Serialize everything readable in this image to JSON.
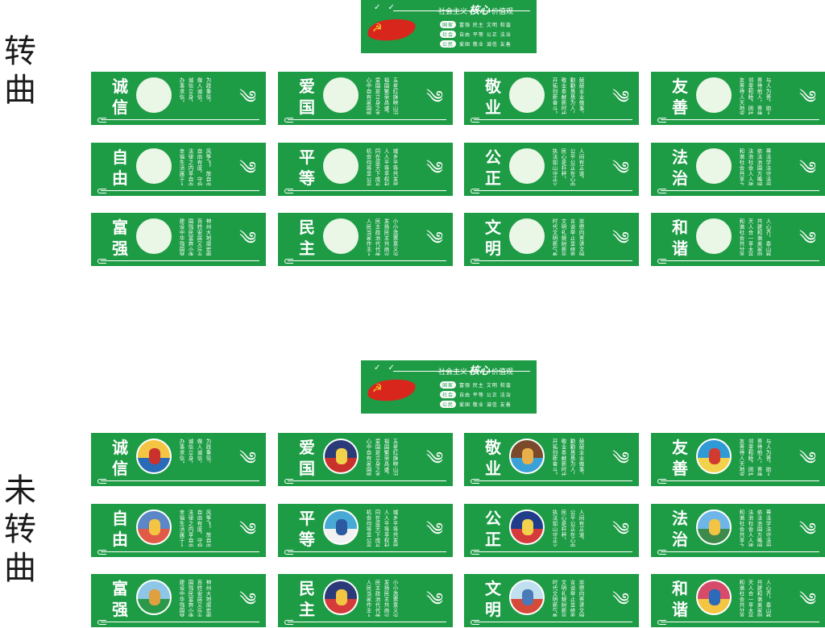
{
  "sections": [
    {
      "label": "转\n曲"
    },
    {
      "label": "未\n转\n曲"
    }
  ],
  "banner": {
    "title_pre": "社会主义",
    "title_core": "核心",
    "title_post": "价值观",
    "rows": [
      {
        "tag": "国家",
        "items": "富强 民主 文明 和谐"
      },
      {
        "tag": "社会",
        "items": "自由 平等 公正 法治"
      },
      {
        "tag": "公民",
        "items": "爱国 敬业 诚信 友善"
      }
    ],
    "icon": "party-emblem-icon",
    "color": "#1e9b45",
    "flag_color": "#d9261c"
  },
  "values": [
    {
      "name": [
        "诚",
        "信"
      ],
      "lines": [
        "为政重信，",
        "做人诚信，",
        "诚信立身，",
        "办事求信。"
      ]
    },
    {
      "name": [
        "爱",
        "国"
      ],
      "lines": [
        "五星红旗映山河，",
        "祖国繁荣昌盛，",
        "爱国是立身之本，",
        "心中自有家国情。"
      ]
    },
    {
      "name": [
        "敬",
        "业"
      ],
      "lines": [
        "兢兢业业做事，",
        "勤勤恳恳为人，",
        "敬业奉献新时代，",
        "开拓创新奋斗。"
      ]
    },
    {
      "name": [
        "友",
        "善"
      ],
      "lines": [
        "与人为善，助人为乐，",
        "善待他人，善待自己，",
        "邻里和睦，团结互助，",
        "友善待人天地宽。"
      ]
    },
    {
      "name": [
        "自",
        "由"
      ],
      "lines": [
        "风筝飞，放自由，",
        "自由有度，守规矩，",
        "法律之内享自由，",
        "幸福生活属于人民。"
      ]
    },
    {
      "name": [
        "平",
        "等"
      ],
      "lines": [
        "城乡平等共发展，",
        "人人平等享权利，",
        "同在蓝天下成长，",
        "机会均等显公平。"
      ]
    },
    {
      "name": [
        "公",
        "正"
      ],
      "lines": [
        "人间有正道，",
        "公平公正在心中，",
        "民心是杆秤，",
        "执法如山守正义。"
      ]
    },
    {
      "name": [
        "法",
        "治"
      ],
      "lines": [
        "尊法学法守法用法，",
        "依法治国方略明，",
        "法治社会人人建，",
        "和谐社会共享之。"
      ]
    },
    {
      "name": [
        "富",
        "强"
      ],
      "lines": [
        "神州大地展宏图，",
        "百姓安居又乐业，",
        "国强民富奔小康，",
        "建设中华强国梦。"
      ]
    },
    {
      "name": [
        "民",
        "主"
      ],
      "lines": [
        "小小选票意义深，",
        "发扬民主共商议，",
        "民主政治代代传，",
        "人民当家作主人。"
      ]
    },
    {
      "name": [
        "文",
        "明"
      ],
      "lines": [
        "崇德向善讲文明，",
        "言谈举止显修养，",
        "文明礼貌树新风，",
        "时代文明新气象。"
      ]
    },
    {
      "name": [
        "和",
        "谐"
      ],
      "lines": [
        "人心齐，泰山移，",
        "共建和谐美家园，",
        "天人合一享太平，",
        "和谐社会共分享。"
      ]
    }
  ]
}
